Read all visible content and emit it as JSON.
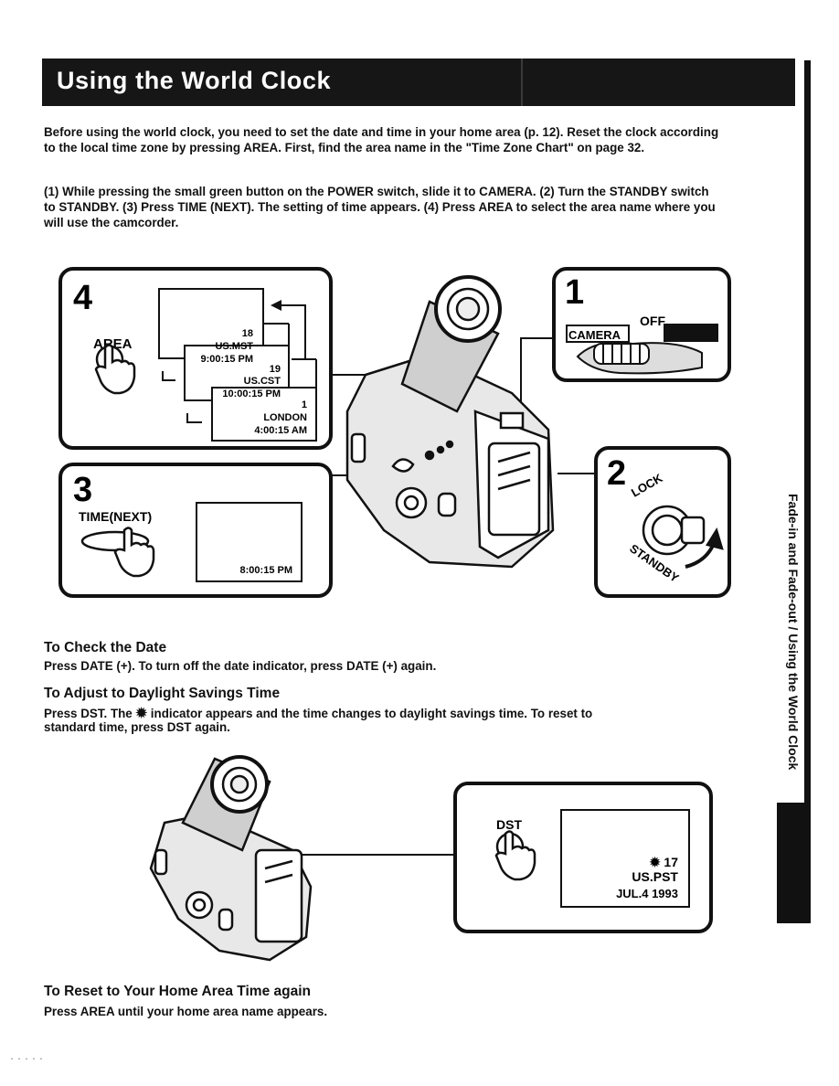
{
  "page_title": "Using the World Clock",
  "intro_paragraph": "Before using the world clock, you need to set the date and time in your home area (p. 12). Reset the clock according to the local time zone by pressing AREA. First, find the area name in the \"Time Zone Chart\" on page 32.",
  "steps_paragraph": "(1) While pressing the small green button on the POWER switch, slide it to CAMERA. (2) Turn the STANDBY switch to STANDBY. (3) Press TIME (NEXT). The setting of time appears. (4) Press AREA to select the area name where you will use the camcorder.",
  "figure_top": {
    "step4": {
      "number": "4",
      "button_label": "AREA",
      "screens": [
        {
          "zone": "18",
          "area": "US.MST",
          "time": "9:00:15 PM"
        },
        {
          "zone": "19",
          "area": "US.CST",
          "time": "10:00:15 PM"
        },
        {
          "zone": "1",
          "area": "LONDON",
          "time": "4:00:15 AM"
        }
      ]
    },
    "step1": {
      "number": "1",
      "label_camera": "CAMERA",
      "label_off": "OFF"
    },
    "step3": {
      "number": "3",
      "button_label": "TIME(NEXT)",
      "screen_time": "8:00:15 PM"
    },
    "step2": {
      "number": "2",
      "label_lock": "LOCK",
      "label_standby": "STANDBY"
    }
  },
  "section_check_date": {
    "heading": "To Check the Date",
    "text": "Press DATE (+). To turn off the date indicator, press DATE (+) again."
  },
  "section_dst": {
    "heading": "To Adjust to Daylight Savings Time",
    "text_before_icon": "Press DST. The",
    "text_after_icon": "indicator appears and the time changes to daylight savings time. To reset to",
    "text_line2": "standard time, press DST again."
  },
  "figure_bottom": {
    "button_label": "DST",
    "screen_zone": "17",
    "screen_area": "US.PST",
    "screen_date": "JUL.4 1993"
  },
  "section_reset": {
    "heading": "To Reset to Your Home Area Time again",
    "text": "Press AREA until your home area name appears."
  },
  "side_label": "Fade-in and Fade-out / Using the World Clock",
  "icons": [
    "hand-press-icon",
    "sun-dst-icon",
    "camcorder-illustration",
    "power-switch-illustration",
    "standby-dial-illustration"
  ],
  "colors": {
    "title_bar": "#161616",
    "ink": "#111111",
    "background": "#ffffff"
  }
}
